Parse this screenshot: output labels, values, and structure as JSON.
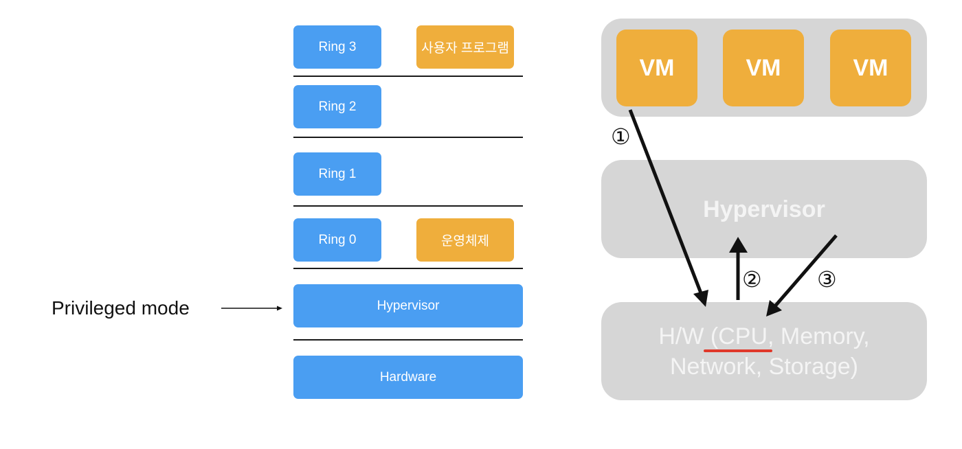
{
  "left_diagram": {
    "rings": [
      {
        "label": "Ring 3",
        "companion": "사용자 프로그램"
      },
      {
        "label": "Ring 2",
        "companion": null
      },
      {
        "label": "Ring 1",
        "companion": null
      },
      {
        "label": "Ring 0",
        "companion": "운영체제"
      }
    ],
    "hypervisor_label": "Hypervisor",
    "hardware_label": "Hardware",
    "privileged_mode_label": "Privileged mode"
  },
  "right_diagram": {
    "vms": [
      "VM",
      "VM",
      "VM"
    ],
    "hypervisor_label": "Hypervisor",
    "hardware_line1": "H/W (CPU, Memory,",
    "hardware_line2": "Network, Storage)",
    "step_labels": [
      "①",
      "②",
      "③"
    ]
  },
  "colors": {
    "ring_blue": "#4a9ef2",
    "program_orange": "#efae3c",
    "panel_gray": "#d6d6d6",
    "underline_red": "#e0382a"
  }
}
